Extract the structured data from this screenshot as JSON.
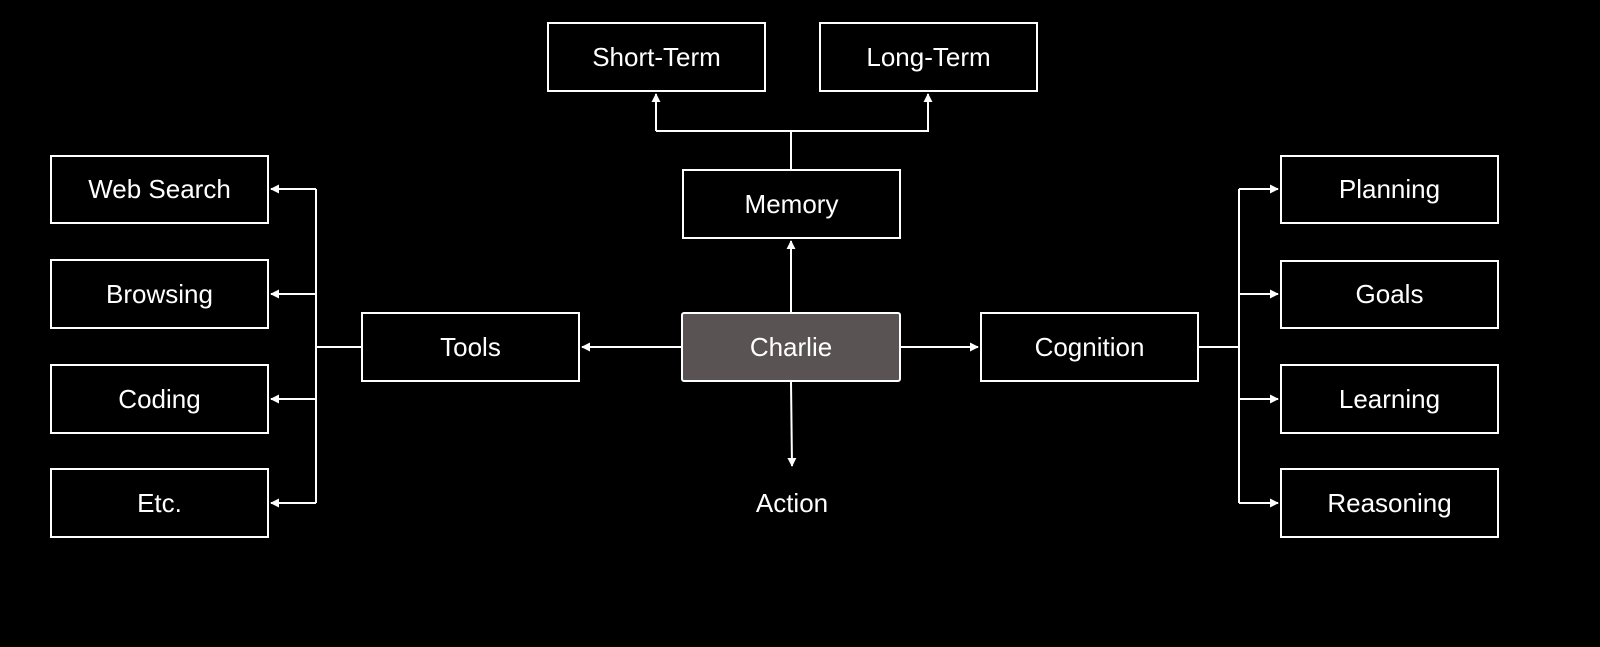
{
  "colors": {
    "background": "#000000",
    "line": "#ffffff",
    "node_border": "#ffffff",
    "center_fill": "#5a5354",
    "text": "#ffffff"
  },
  "center": {
    "label": "Charlie"
  },
  "memory": {
    "label": "Memory",
    "children": [
      "Short-Term",
      "Long-Term"
    ]
  },
  "tools": {
    "label": "Tools",
    "children": [
      "Web Search",
      "Browsing",
      "Coding",
      "Etc."
    ]
  },
  "cognition": {
    "label": "Cognition",
    "children": [
      "Planning",
      "Goals",
      "Learning",
      "Reasoning"
    ]
  },
  "action": {
    "label": "Action"
  }
}
